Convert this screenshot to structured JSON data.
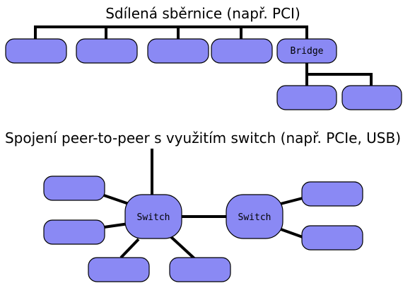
{
  "section1": {
    "title": "Sdílená sběrnice (např. PCI)",
    "bridge_label": "Bridge"
  },
  "section2": {
    "title": "Spojení peer-to-peer s využitím switch (např. PCIe, USB)",
    "switch1_label": "Switch",
    "switch2_label": "Switch"
  },
  "colors": {
    "node_fill": "#8a89f4",
    "stroke": "#000000",
    "background": "#ffffff"
  }
}
